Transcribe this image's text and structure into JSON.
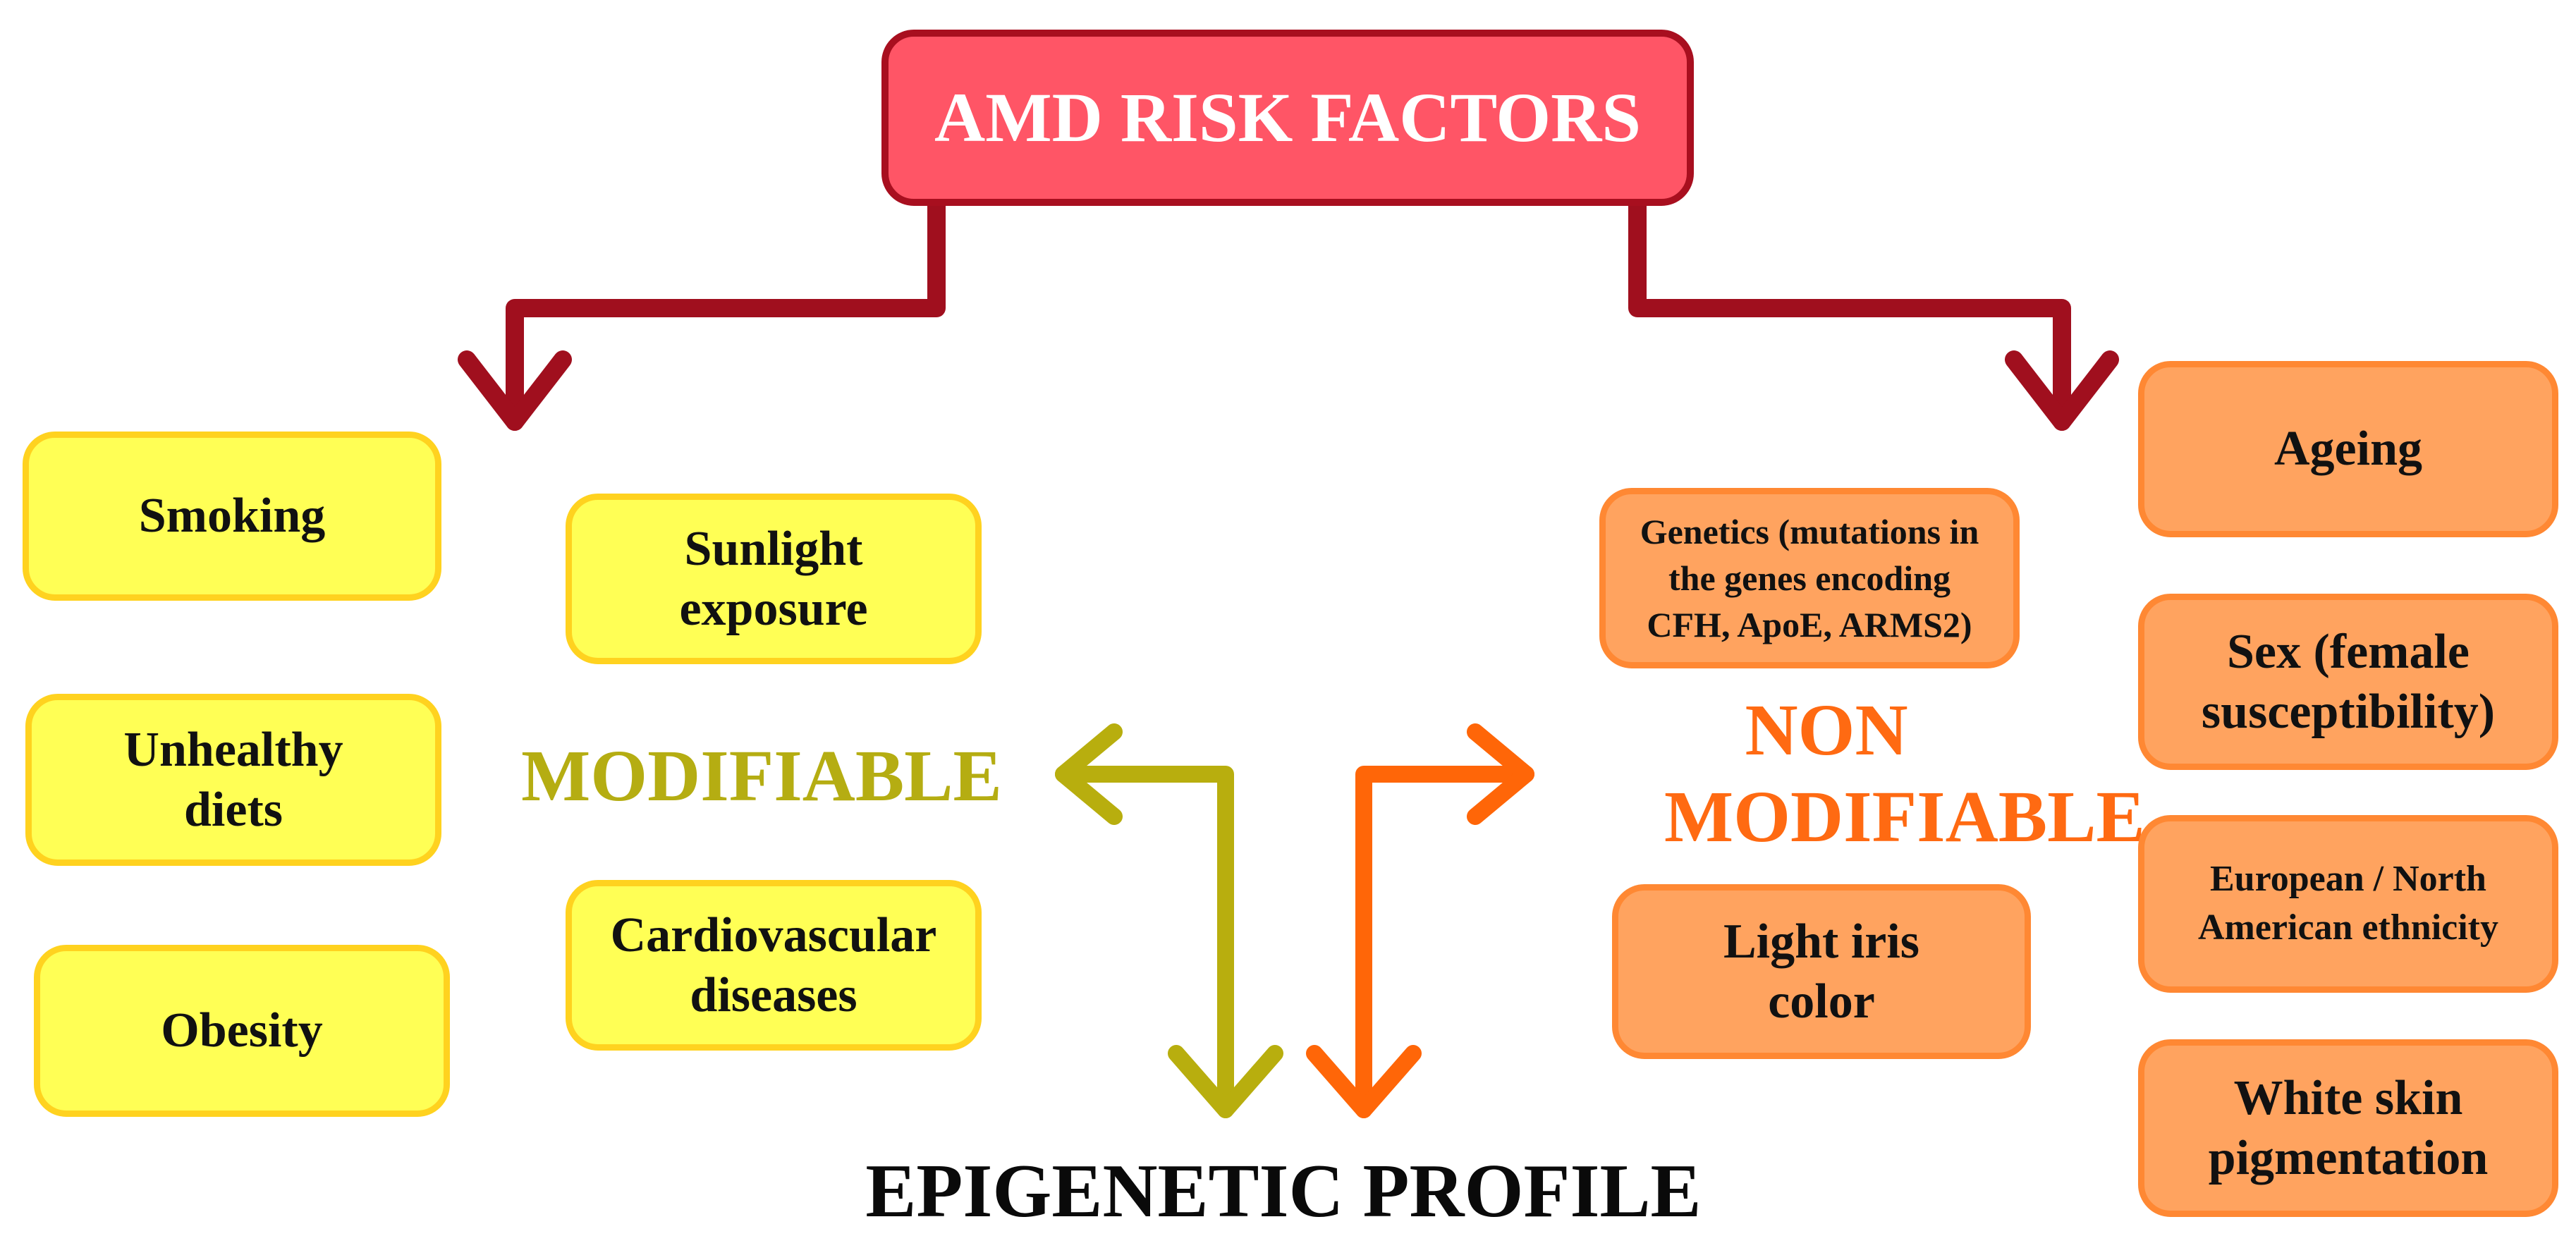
{
  "title": "AMD RISK FACTORS",
  "modifiable": {
    "label": "MODIFIABLE",
    "items": [
      "Smoking",
      "Sunlight exposure",
      "Unhealthy diets",
      "Cardiovascular diseases",
      "Obesity"
    ]
  },
  "non_modifiable": {
    "label": "NON MODIFIABLE",
    "items": [
      "Genetics (mutations in the genes encoding CFH, ApoE, ARMS2)",
      "Light iris color",
      "Ageing",
      "Sex (female susceptibility)",
      "European / North American ethnicity",
      "White skin pigmentation"
    ]
  },
  "outcome": "EPIGENETIC PROFILE",
  "colors": {
    "title_fill": "#ff5566",
    "title_border": "#a80f1f",
    "title_arrow": "#a00f1e",
    "modifiable_fill": "#ffff55",
    "modifiable_border": "#ffd21f",
    "modifiable_text": "#b5ad12",
    "modifiable_arrow": "#b8ae0e",
    "non_modifiable_fill": "#ffa35f",
    "non_modifiable_border": "#ff8833",
    "non_modifiable_text": "#ff6a12",
    "non_modifiable_arrow": "#ff6608"
  }
}
